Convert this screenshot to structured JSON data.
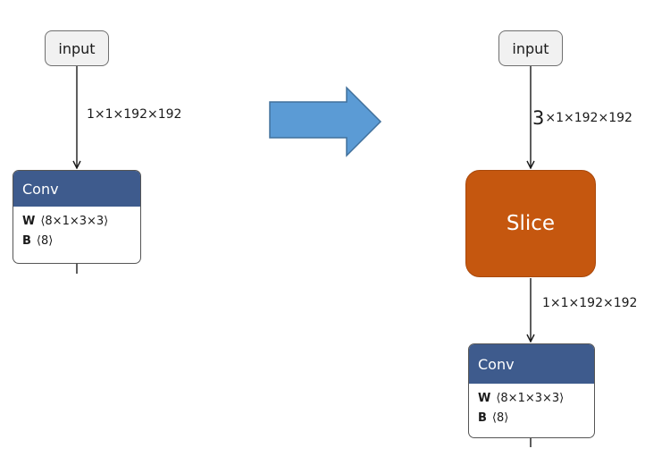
{
  "left": {
    "input_label": "input",
    "edge_label": "1×1×192×192",
    "conv": {
      "title": "Conv",
      "w_key": "W",
      "w_value": "⟨8×1×3×3⟩",
      "b_key": "B",
      "b_value": "⟨8⟩"
    }
  },
  "right": {
    "input_label": "input",
    "edge1_prefix": "3",
    "edge1_label": "×1×192×192",
    "slice_label": "Slice",
    "edge2_label": "1×1×192×192",
    "conv": {
      "title": "Conv",
      "w_key": "W",
      "w_value": "⟨8×1×3×3⟩",
      "b_key": "B",
      "b_value": "⟨8⟩"
    }
  },
  "colors": {
    "conv_header": "#3e5b8d",
    "slice_fill": "#c5570f",
    "arrow_fill": "#5b9bd5",
    "arrow_stroke": "#41719c"
  }
}
